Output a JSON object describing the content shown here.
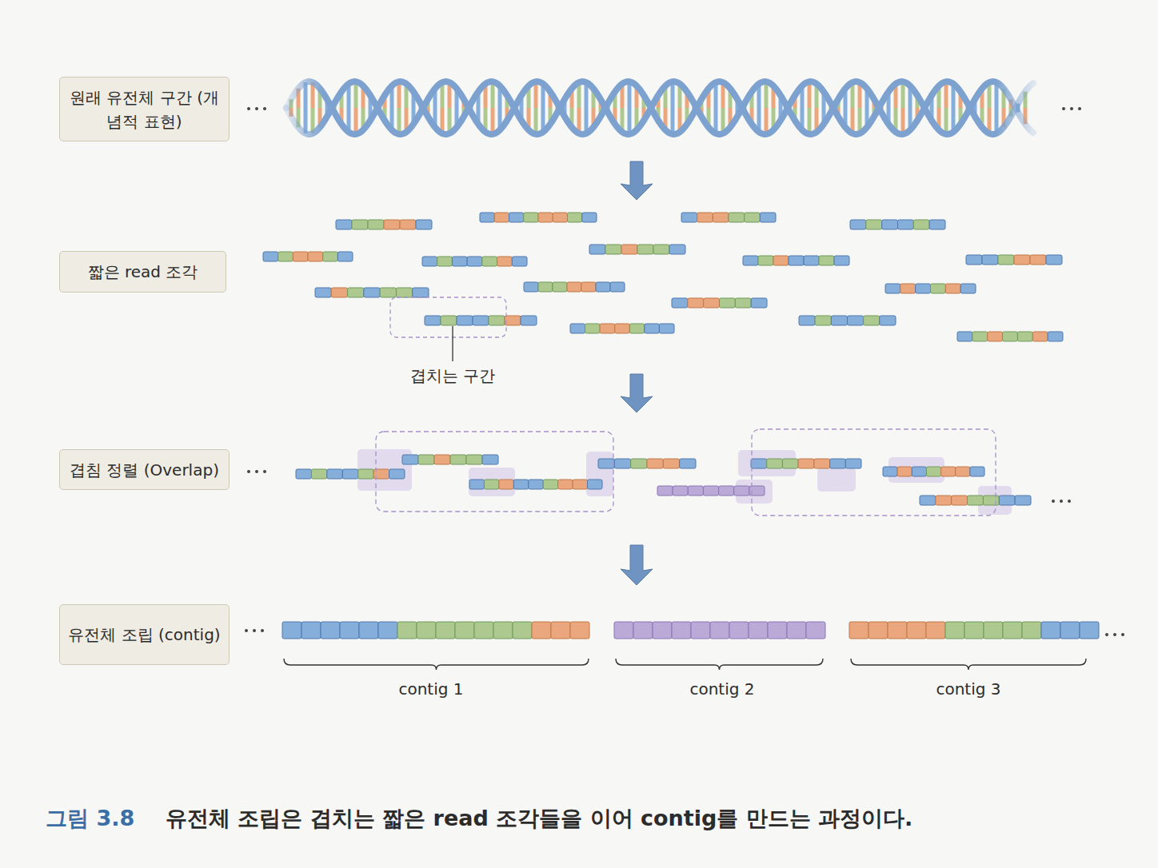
{
  "diagram": {
    "caption": "유전체 조립은 겹치는 짧은 read 조각들을 이어 contig를 만드는 과정이다.",
    "nodes": [
      {
        "text": [
          "원래 유전체 구간 (개념적 표현)"
        ]
      },
      {
        "text": [
          "짧은 read 조각"
        ]
      },
      {
        "text": [
          "겹침 정렬 (Overlap)"
        ]
      },
      {
        "text": [
          "유전체 조립 (contig)"
        ]
      }
    ],
    "edges": [],
    "labels": [
      "겹치는 구간",
      "contig 1",
      "contig 2",
      "contig 3",
      "그림 3.8"
    ]
  }
}
